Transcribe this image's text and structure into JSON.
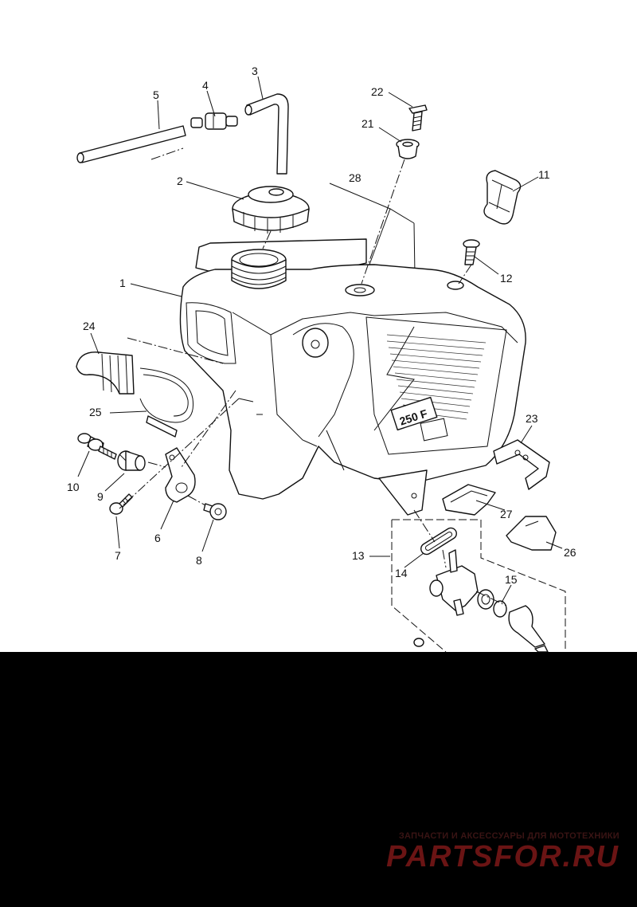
{
  "callouts": [
    {
      "id": "c1",
      "text": "1"
    },
    {
      "id": "c2",
      "text": "2"
    },
    {
      "id": "c3",
      "text": "3"
    },
    {
      "id": "c4",
      "text": "4"
    },
    {
      "id": "c5",
      "text": "5"
    },
    {
      "id": "c6",
      "text": "6"
    },
    {
      "id": "c7",
      "text": "7"
    },
    {
      "id": "c8",
      "text": "8"
    },
    {
      "id": "c9",
      "text": "9"
    },
    {
      "id": "c10",
      "text": "10"
    },
    {
      "id": "c11",
      "text": "11"
    },
    {
      "id": "c12",
      "text": "12"
    },
    {
      "id": "c13",
      "text": "13"
    },
    {
      "id": "c14",
      "text": "14"
    },
    {
      "id": "c15",
      "text": "15"
    },
    {
      "id": "c21",
      "text": "21"
    },
    {
      "id": "c22",
      "text": "22"
    },
    {
      "id": "c23",
      "text": "23"
    },
    {
      "id": "c24",
      "text": "24"
    },
    {
      "id": "c25",
      "text": "25"
    },
    {
      "id": "c26",
      "text": "26"
    },
    {
      "id": "c27",
      "text": "27"
    },
    {
      "id": "c28",
      "text": "28"
    }
  ],
  "tank_decal_text": "250 F",
  "watermark": {
    "tagline": "ЗАПЧАСТИ И АКСЕССУАРЫ ДЛЯ МОТОТЕХНИКИ",
    "brand": "PARTSFOR.RU"
  },
  "colors": {
    "background": "#ffffff",
    "line_art": "#111111",
    "lower_band": "#000000",
    "watermark": "#6a1414"
  }
}
